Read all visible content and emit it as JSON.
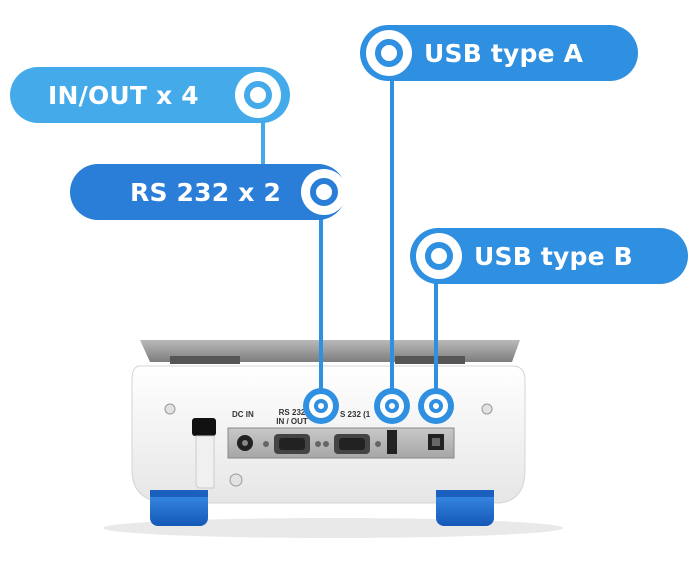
{
  "callouts": {
    "inout": "IN/OUT x 4",
    "rs232": "RS 232 x 2",
    "usb_a": "USB type A",
    "usb_b": "USB type B"
  },
  "panel_labels": {
    "dc_in": "DC IN",
    "rs232_1": "RS 232",
    "inout": "IN / OUT",
    "rs232_2": "S 232 (1"
  },
  "colors": {
    "light_blue": "#44aaea",
    "mid_blue": "#2f8fe0",
    "dark_blue": "#2a7ed8",
    "foot_blue": "#1f74d6",
    "body_white": "#f3f3f3",
    "platform_grey": "#9a9a9a"
  }
}
